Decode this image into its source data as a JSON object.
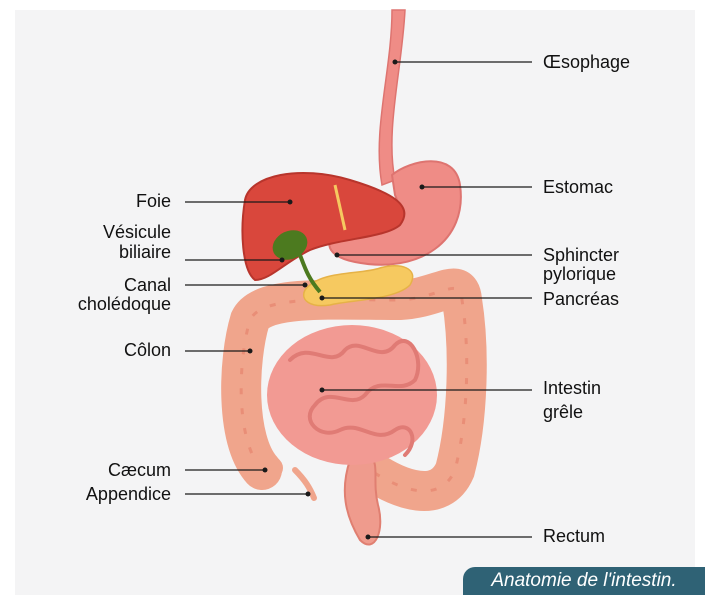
{
  "labels": {
    "oesophage": "Œsophage",
    "estomac": "Estomac",
    "foie": "Foie",
    "vesicule_1": "Vésicule",
    "vesicule_2": "biliaire",
    "sphincter_1": "Sphincter",
    "sphincter_2": "pylorique",
    "canal_1": "Canal",
    "canal_2": "cholédoque",
    "pancreas": "Pancréas",
    "colon": "Côlon",
    "intestin_1": "Intestin",
    "intestin_2": "grêle",
    "caecum": "Cæcum",
    "appendice": "Appendice",
    "rectum": "Rectum"
  },
  "caption": "Anatomie de l'intestin.",
  "colors": {
    "panel": "#f4f4f5",
    "caption_bg": "#2f6275",
    "liver": "#d9473c",
    "gallbladder": "#4c7a1f",
    "stomach": "#ef8c86",
    "pancreas": "#f6c960",
    "small_intestine": "#f29a93",
    "colon": "#f0a58c",
    "leader": "#1a1a1a"
  }
}
